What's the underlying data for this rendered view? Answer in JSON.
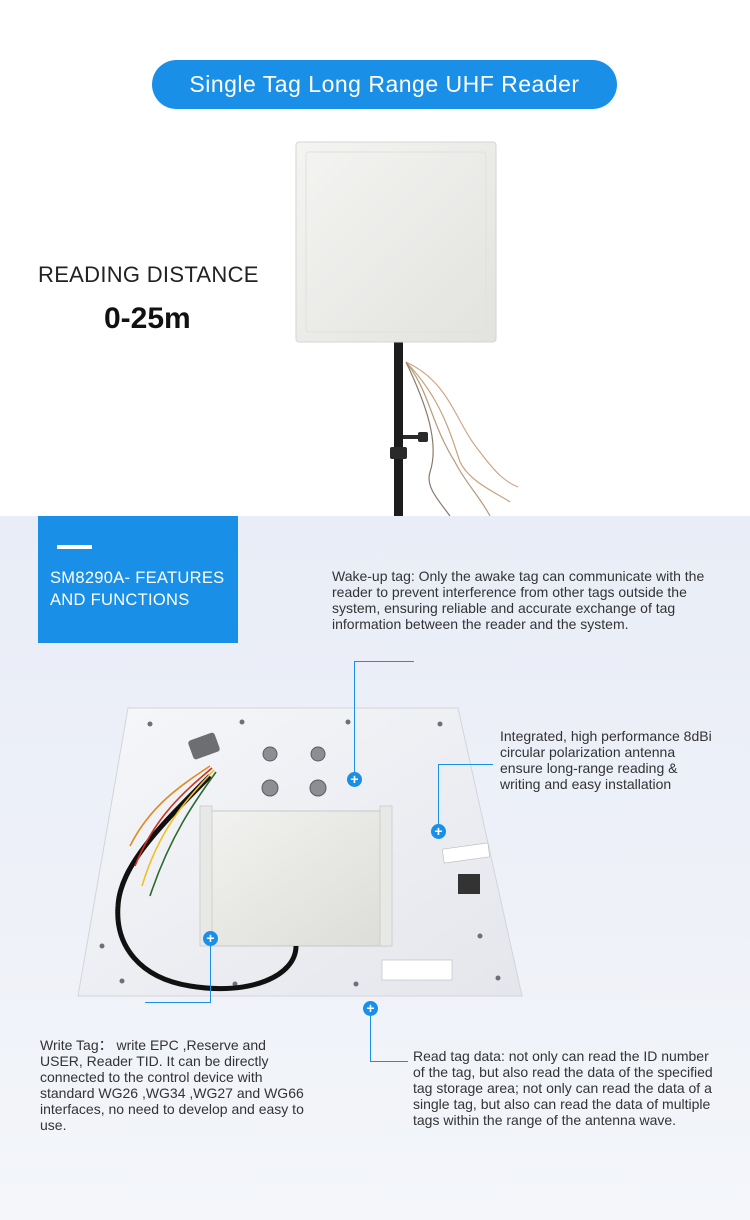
{
  "banner": {
    "title": "Single Tag Long Range UHF Reader",
    "reading_label": "READING DISTANCE",
    "reading_value": "0-25m"
  },
  "features": {
    "title": "SM8290A- FEATURES AND FUNCTIONS",
    "wake_up": "Wake-up tag: Only the awake tag can communicate with the reader to prevent interference from other tags outside the system, ensuring reliable and accurate exchange of tag information between the reader and the system.",
    "integrated": "Integrated, high performance 8dBi circular polarization antenna ensure long-range reading & writing and easy installation",
    "write_tag": "Write Tag： write EPC ,Reserve and USER, Reader TID. It can be directly connected to the control device with standard WG26 ,WG34 ,WG27 and WG66 interfaces, no need to develop and easy to use.",
    "read_tag": "Read tag data: not only can read the ID number of the tag, but also read the data of the specified tag storage area; not only can read the data of a single tag, but also can read the data of multiple tags within the range of the antenna wave."
  },
  "hotspot_symbol": "+",
  "colors": {
    "accent": "#1a8fe8",
    "panel_background": "#e9edf7"
  }
}
